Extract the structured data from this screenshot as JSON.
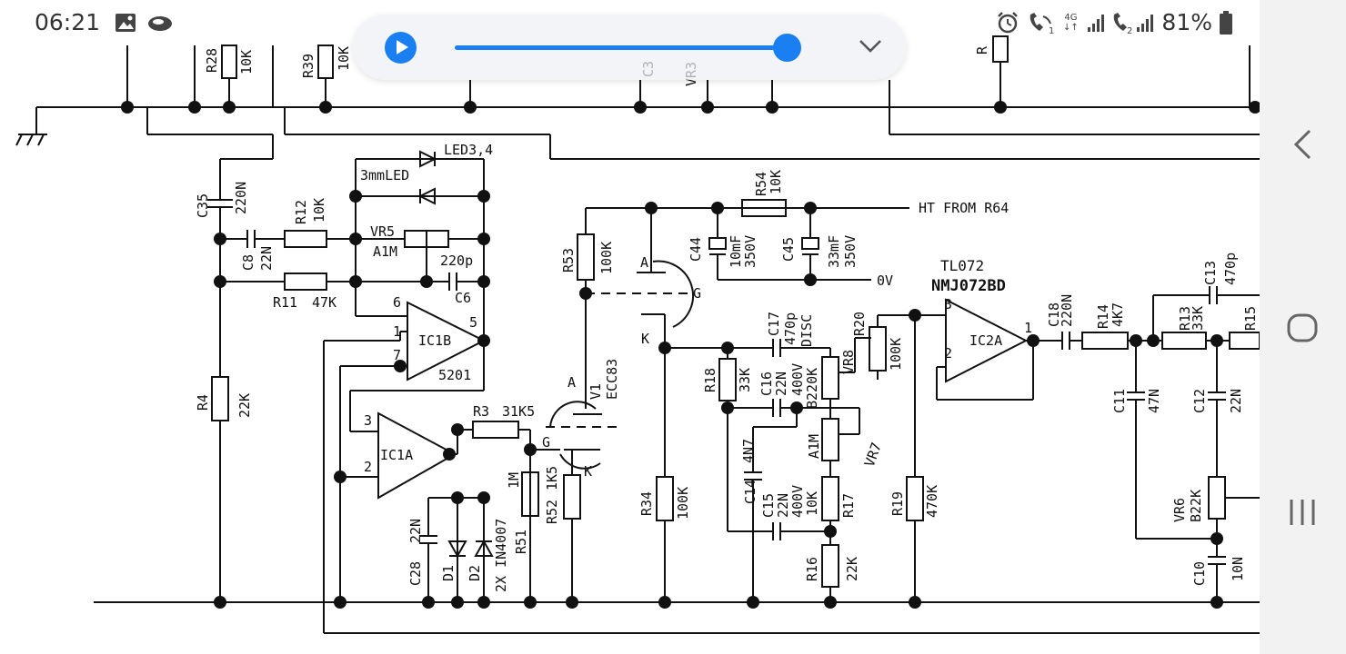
{
  "status_bar": {
    "time": "06:21",
    "battery_percent": "81%",
    "network_label": "4G",
    "left_icons": [
      "gallery-icon",
      "cloud-icon"
    ],
    "right_icons": [
      "alarm-icon",
      "wifi-call-icon",
      "signal-sim1-icon",
      "signal-sim2-icon",
      "battery-icon"
    ]
  },
  "media_control": {
    "play_icon": "play-icon",
    "seek_progress": 0.95,
    "collapse_icon": "chevron-down-icon",
    "accent_color": "#1a7ff0"
  },
  "nav_bar": {
    "buttons": [
      "back-icon",
      "home-icon",
      "recents-icon"
    ]
  },
  "schematic": {
    "labels": {
      "r28": "R28",
      "r28v": "10K",
      "r39": "R39",
      "r39v": "10K",
      "c3": "C3",
      "vr3": "VR3",
      "rtop": "R",
      "c35": "C35",
      "c35v": "220N",
      "r12": "R12",
      "r12v": "10K",
      "c8": "C8",
      "c8v": "22N",
      "led": "LED3,4",
      "led_size": "3mmLED",
      "vr5": "VR5",
      "vr5v": "A1M",
      "c6v": "220p",
      "c6": "C6",
      "r11": "R11",
      "r11v": "47K",
      "ic1b": "IC1B",
      "ic1b_num": "5201",
      "pin6": "6",
      "pin1": "1",
      "pin5": "5",
      "pin7": "7",
      "ic1a": "IC1A",
      "pin3": "3",
      "pin2": "2",
      "r3": "R3",
      "r3v": "31K5",
      "r4": "R4",
      "r4v": "22K",
      "c28": "C28",
      "c28v": "22N",
      "d1": "D1",
      "d2": "D2",
      "diode_type": "2X IN4007",
      "r51": "R51",
      "r51v": "1M",
      "r52": "R52",
      "r52v": "1K5",
      "r53": "R53",
      "r53v": "100K",
      "v1": "V1",
      "ecc83": "ECC83",
      "pin_a1": "A",
      "pin_g1": "G",
      "pin_k1": "K",
      "pin_a2": "A",
      "pin_g2": "G",
      "pin_k2": "K",
      "r54": "R54",
      "r54v": "10K",
      "ht": "HT FROM R64",
      "c44": "C44",
      "c44v": "10mF",
      "c44vv": "350V",
      "c45": "C45",
      "c45v": "33mF",
      "c45vv": "350V",
      "zero_v": "0V",
      "r18": "R18",
      "r18v": "33K",
      "c17": "C17",
      "c17v": "470p",
      "c17t": "DISC",
      "c16": "C16",
      "c16v": "22N",
      "c16vv": "400V",
      "vr8": "VR8",
      "vr8v": "B220K",
      "vr7": "VR7",
      "vr7v": "A1M",
      "c14": "C14",
      "c14v": "4N7",
      "c15": "C15",
      "c15v": "22N",
      "c15vv": "400V",
      "r17": "R17",
      "r17v": "10K",
      "r16": "R16",
      "r16v": "22K",
      "r34": "R34",
      "r34v": "100K",
      "r20": "R20",
      "r20v": "100K",
      "r19": "R19",
      "r19v": "470K",
      "tl072": "TL072",
      "nmj": "NMJ072BD",
      "ic2a": "IC2A",
      "ic2_p3": "3",
      "ic2_p2": "2",
      "ic2_p1": "1",
      "c18": "C18",
      "c18v": "220N",
      "r14": "R14",
      "r14v": "4K7",
      "r13": "R13",
      "r13v": "33K",
      "c13": "C13",
      "c13v": "470p",
      "r15": "R15",
      "c11": "C11",
      "c11v": "47N",
      "c12": "C12",
      "c12v": "22N",
      "vr6": "VR6",
      "vr6v": "B22K",
      "c10": "C10",
      "c10v": "10N"
    }
  }
}
